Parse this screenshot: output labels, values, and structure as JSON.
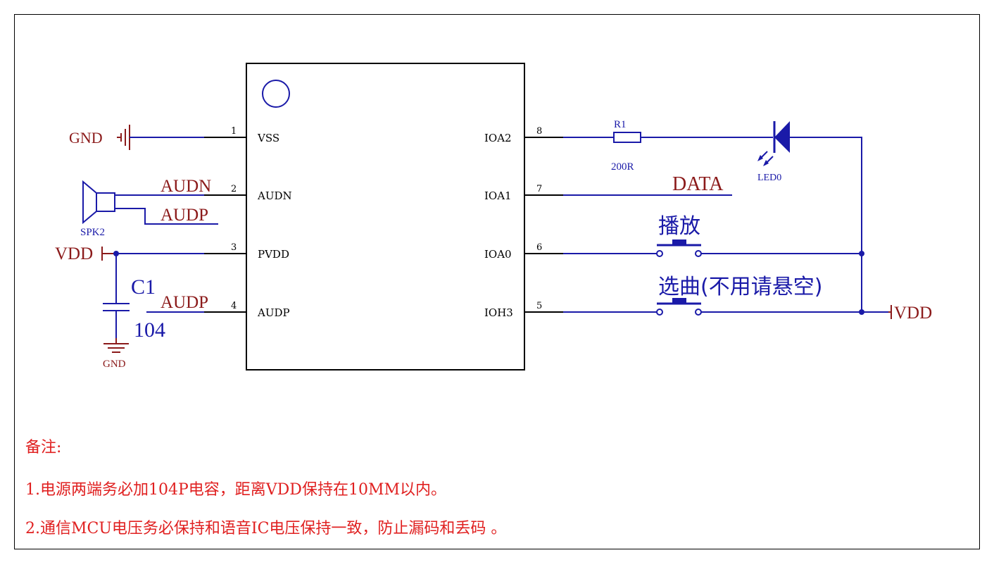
{
  "chip": {
    "pins_left": [
      {
        "num": "1",
        "name": "VSS"
      },
      {
        "num": "2",
        "name": "AUDN"
      },
      {
        "num": "3",
        "name": "PVDD"
      },
      {
        "num": "4",
        "name": "AUDP"
      }
    ],
    "pins_right": [
      {
        "num": "8",
        "name": "IOA2"
      },
      {
        "num": "7",
        "name": "IOA1"
      },
      {
        "num": "6",
        "name": "IOA0"
      },
      {
        "num": "5",
        "name": "IOH3"
      }
    ]
  },
  "nets": {
    "gnd_top": "GND",
    "audn": "AUDN",
    "audp_upper": "AUDP",
    "spk": "SPK2",
    "vdd_left": "VDD",
    "cap_ref": "C1",
    "audp_lower": "AUDP",
    "cap_value": "104",
    "gnd_bottom": "GND",
    "resistor_ref": "R1",
    "resistor_value": "200R",
    "led_ref": "LED0",
    "data": "DATA",
    "button_play": "播放",
    "button_select": "选曲(不用请悬空)",
    "vdd_right": "VDD"
  },
  "notes": {
    "heading": "备注:",
    "line1": "1.电源两端务必加104P电容，距离VDD保持在10MM以内。",
    "line2": "2.通信MCU电压务必保持和语音IC电压保持一致，防止漏码和丢码 。"
  },
  "colors": {
    "wire": "#1a1aa8",
    "power": "#8b1a1a",
    "notes": "#e02020"
  }
}
